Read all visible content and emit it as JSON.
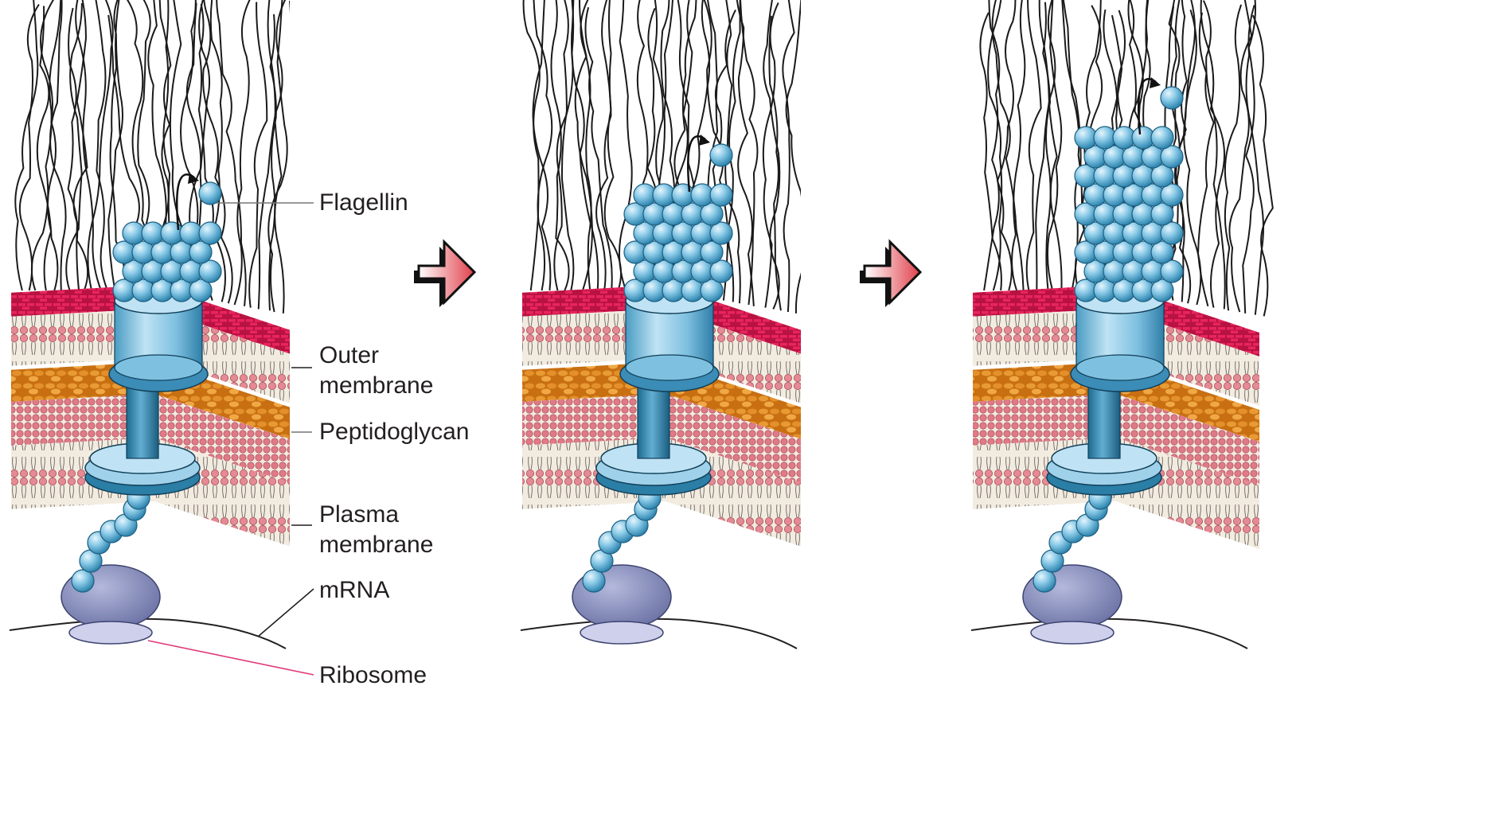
{
  "labels": {
    "flagellin": "Flagellin",
    "outer_membrane": "Outer\nmembrane",
    "peptidoglycan": "Peptidoglycan",
    "plasma_membrane": "Plasma\nmembrane",
    "mrna": "mRNA",
    "ribosome": "Ribosome"
  },
  "stages": [
    "stage-1",
    "stage-2",
    "stage-3"
  ],
  "colors": {
    "subunit": "#7ec0e0",
    "subunit_dark": "#2b7ea6",
    "hook": "#5aa6cc",
    "lps": "#d4174f",
    "lipid_head": "#e07a86",
    "peptidoglycan": "#d9801c",
    "ribosome_large": "#7f86b4",
    "ribosome_small": "#cfd0ec",
    "arrow": "#e0404b",
    "ribosome_leader": "#e0397a"
  },
  "icons": [
    "process-arrow-icon",
    "export-arrow-icon"
  ]
}
